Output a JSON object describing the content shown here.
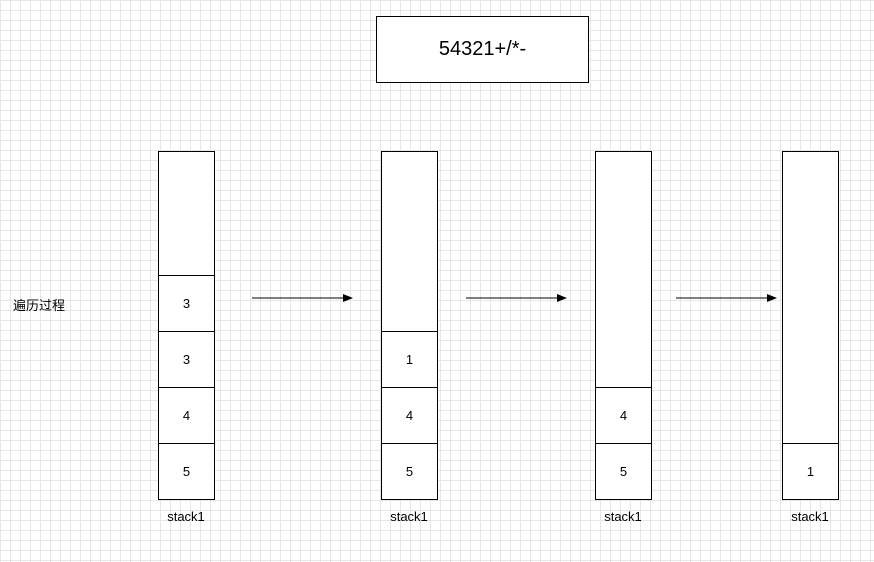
{
  "expression": "54321+/*-",
  "side_label": "遍历过程",
  "stacks": [
    {
      "label": "stack1",
      "cells": [
        "3",
        "3",
        "4",
        "5"
      ]
    },
    {
      "label": "stack1",
      "cells": [
        "1",
        "4",
        "5"
      ]
    },
    {
      "label": "stack1",
      "cells": [
        "4",
        "5"
      ]
    },
    {
      "label": "stack1",
      "cells": [
        "1"
      ]
    }
  ],
  "colors": {
    "stroke": "#000000",
    "grid": "#e6e6e6"
  }
}
